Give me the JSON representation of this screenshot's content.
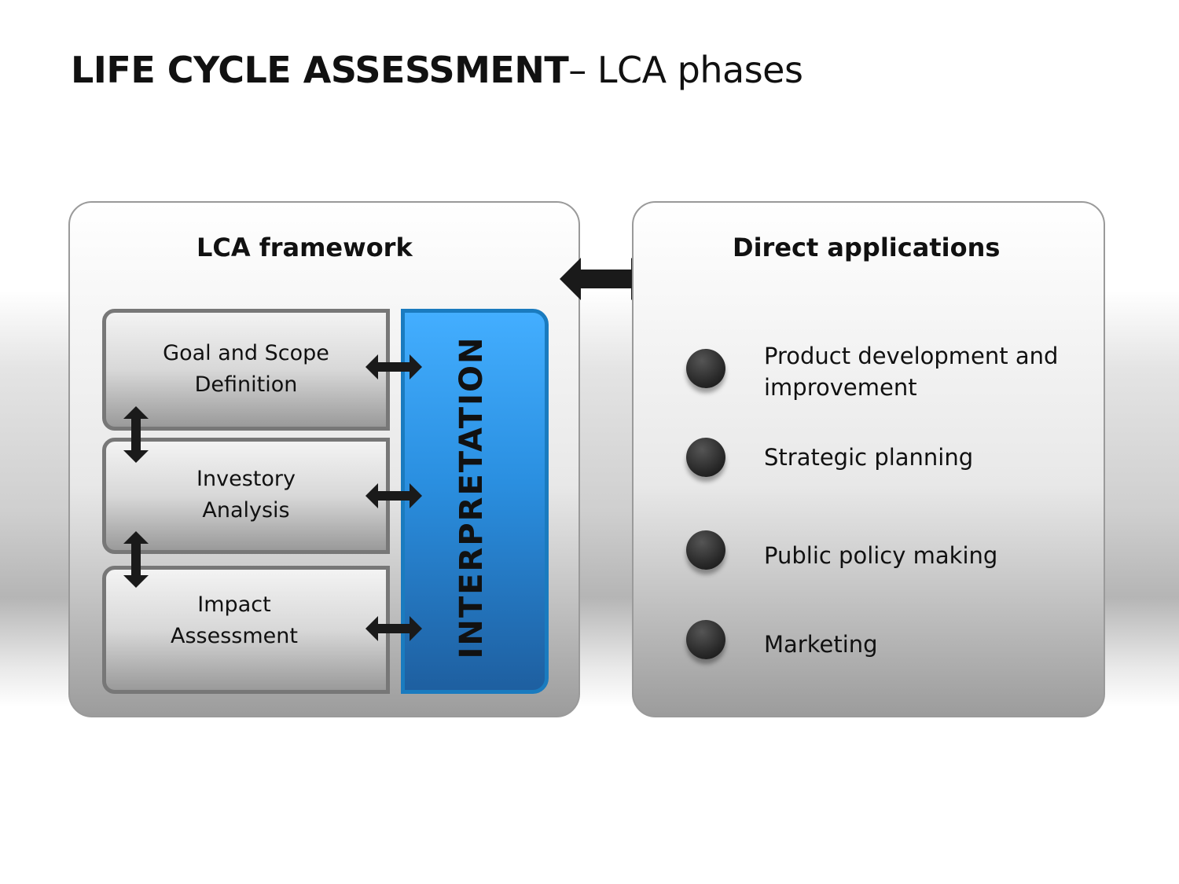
{
  "title": {
    "bold": "LIFE CYCLE ASSESSMENT",
    "rest": "– LCA phases"
  },
  "framework": {
    "heading": "LCA framework",
    "phases": [
      {
        "line1": "Goal and Scope",
        "line2": "Definition"
      },
      {
        "line1": "Investory",
        "line2": "Analysis"
      },
      {
        "line1": "Impact",
        "line2": "Assessment"
      }
    ],
    "interpretation": "INTERPRETATION"
  },
  "applications": {
    "heading": "Direct applications",
    "items": [
      {
        "line1": "Product development and",
        "line2": "improvement"
      },
      {
        "line1": "Strategic planning"
      },
      {
        "line1": "Public policy making"
      },
      {
        "line1": "Marketing"
      }
    ]
  },
  "colors": {
    "interpretation_top": "#43aeff",
    "interpretation_bottom": "#1e5fa0",
    "arrow": "#1a1a1a"
  }
}
